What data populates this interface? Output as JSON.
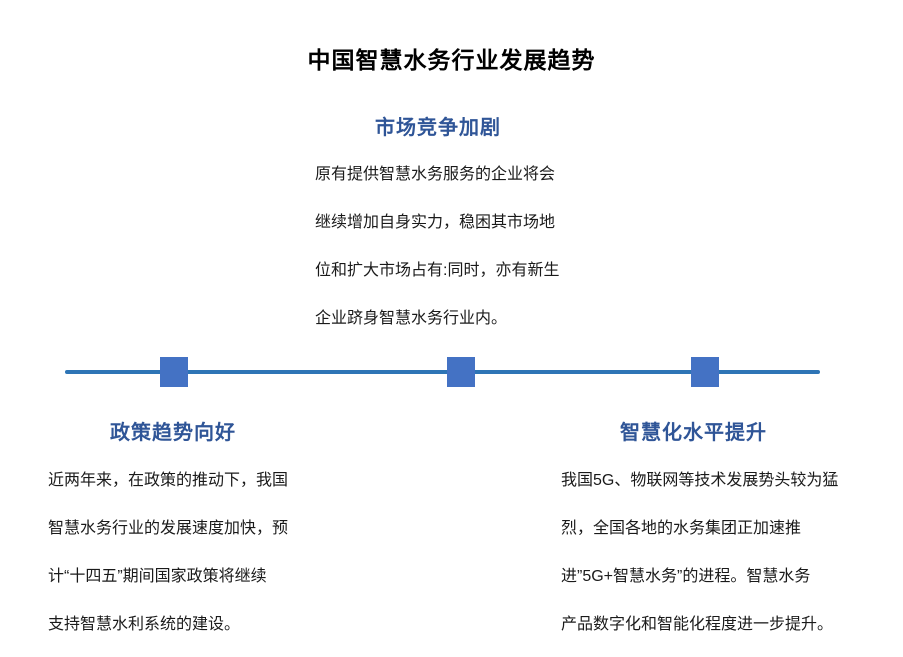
{
  "page": {
    "title": "中国智慧水务行业发展趋势"
  },
  "colors": {
    "heading_blue": "#2F5597",
    "timeline_line_blue": "#2E75B6",
    "marker_blue": "#4472C4",
    "body_text": "#1a1a1a",
    "background": "#ffffff"
  },
  "timeline": {
    "marker_count": 3
  },
  "sections": [
    {
      "id": "market-competition",
      "position": "top-center",
      "heading": "市场竞争加剧",
      "lines": [
        "原有提供智慧水务服务的企业将会",
        "继续增加自身实力，稳困其市场地",
        "位和扩大市场占有:同时，亦有新生",
        "企业跻身智慧水务行业内。"
      ]
    },
    {
      "id": "policy-trend",
      "position": "bottom-left",
      "heading": "政策趋势向好",
      "lines": [
        "近两年来，在政策的推动下，我国",
        "智慧水务行业的发展速度加快，预",
        "计“十四五”期间国家政策将继续",
        "支持智慧水利系统的建设。"
      ]
    },
    {
      "id": "smart-level",
      "position": "bottom-right",
      "heading": "智慧化水平提升",
      "lines": [
        "我国5G、物联网等技术发展势头较为猛",
        "烈，全国各地的水务集团正加速推",
        "进”5G+智慧水务”的进程。智慧水务",
        "产品数字化和智能化程度进一步提升。"
      ]
    }
  ]
}
